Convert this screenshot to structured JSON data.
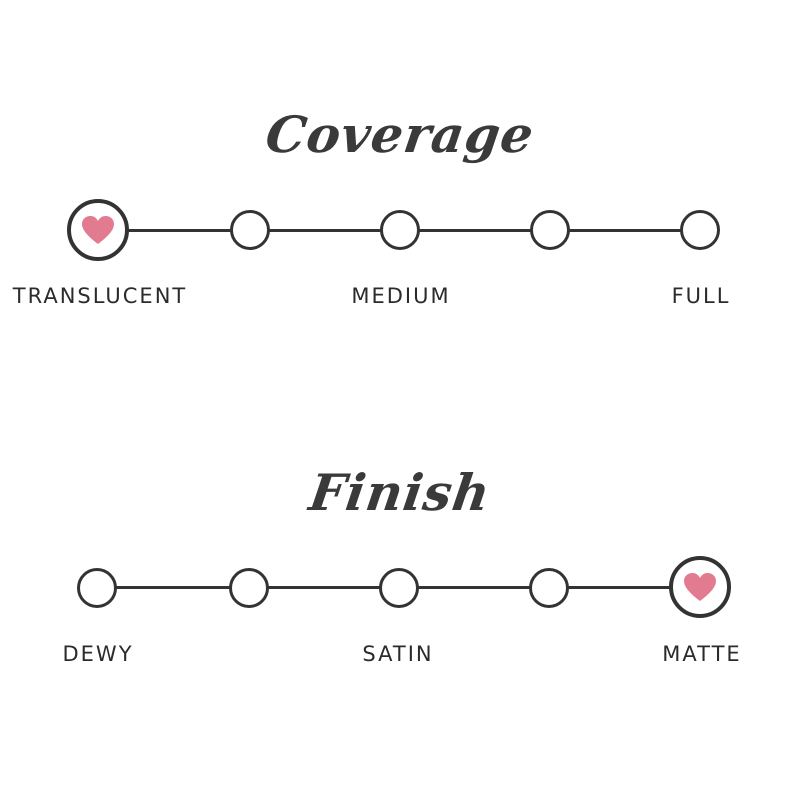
{
  "coverage": {
    "title": "Coverage",
    "points": 5,
    "selected_index": 0,
    "labels": {
      "left": "TRANSLUCENT",
      "middle": "MEDIUM",
      "right": "FULL"
    },
    "marker_icon": "heart-icon"
  },
  "finish": {
    "title": "Finish",
    "points": 5,
    "selected_index": 4,
    "labels": {
      "left": "DEWY",
      "middle": "SATIN",
      "right": "MATTE"
    },
    "marker_icon": "heart-icon"
  },
  "colors": {
    "line": "#333333",
    "heart": "#e27a90",
    "text": "#2b2b2b"
  }
}
